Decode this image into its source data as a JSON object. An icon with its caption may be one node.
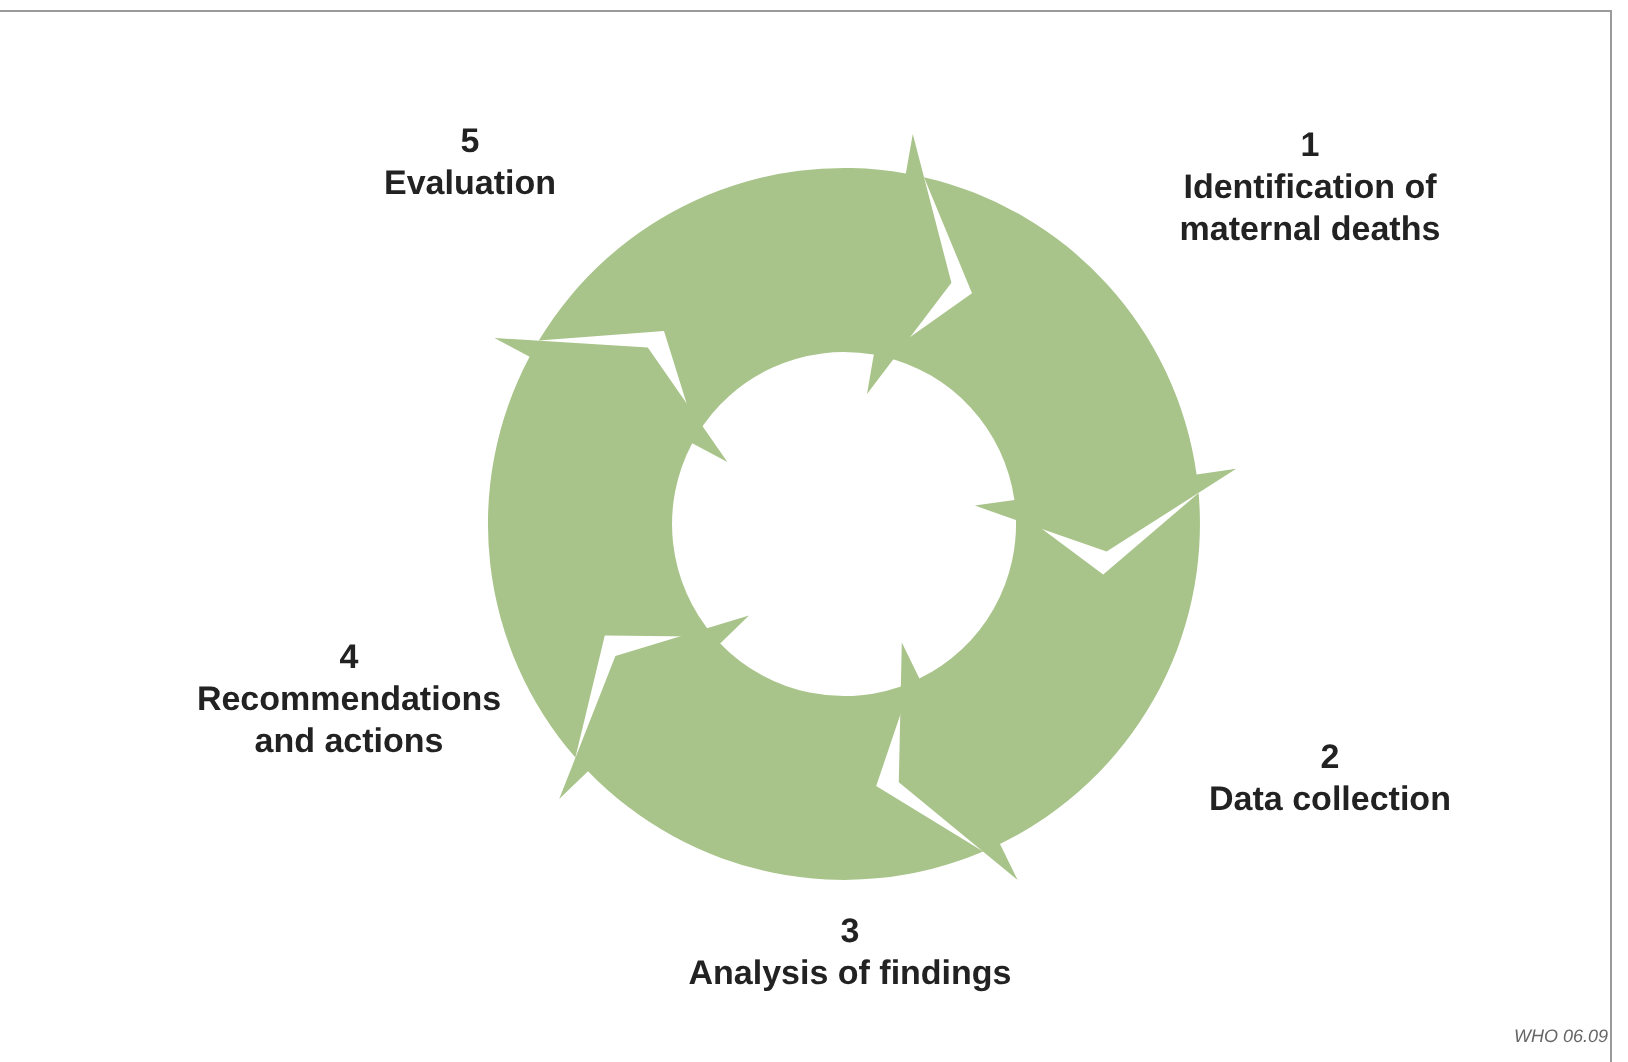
{
  "diagram": {
    "nodes": [
      {
        "text": [
          "1",
          "Identification of maternal deaths"
        ]
      },
      {
        "text": [
          "2",
          "Data collection"
        ]
      },
      {
        "text": [
          "3",
          "Analysis of findings"
        ]
      },
      {
        "text": [
          "4",
          "Recommendations and actions"
        ]
      },
      {
        "text": [
          "5",
          "Evaluation"
        ]
      }
    ],
    "edges": [
      {
        "from": 0,
        "to": 1,
        "arrow": "to"
      },
      {
        "from": 1,
        "to": 2,
        "arrow": "to"
      },
      {
        "from": 2,
        "to": 3,
        "arrow": "to"
      },
      {
        "from": 3,
        "to": 4,
        "arrow": "to"
      },
      {
        "from": 4,
        "to": 0,
        "arrow": "to"
      }
    ],
    "labels": [
      "WHO 06.09"
    ]
  }
}
